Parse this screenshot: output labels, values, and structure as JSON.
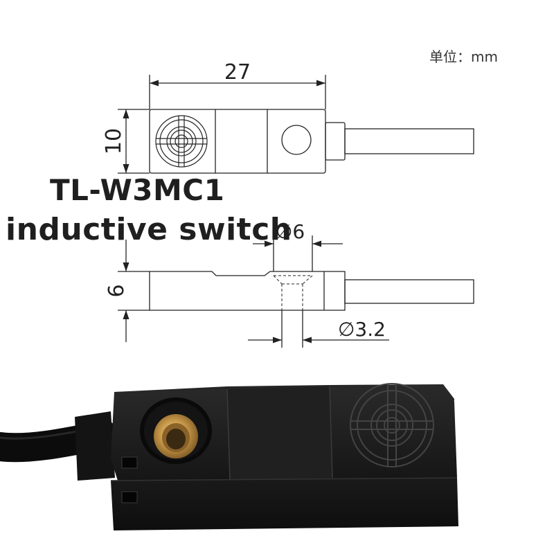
{
  "unit_label": "单位：mm",
  "title": {
    "model": "TL-W3MC1",
    "type": "inductive switch"
  },
  "dimensions": {
    "length": "27",
    "width": "10",
    "height": "6",
    "hole_diameter": "∅6",
    "inner_hole_diameter": "∅3.2"
  },
  "colors": {
    "line": "#222222",
    "sensor_body": "#1c1c1c",
    "brass_insert": "#c99a4a"
  },
  "icons": {
    "sensor_face": "target-crosshair-icon"
  }
}
